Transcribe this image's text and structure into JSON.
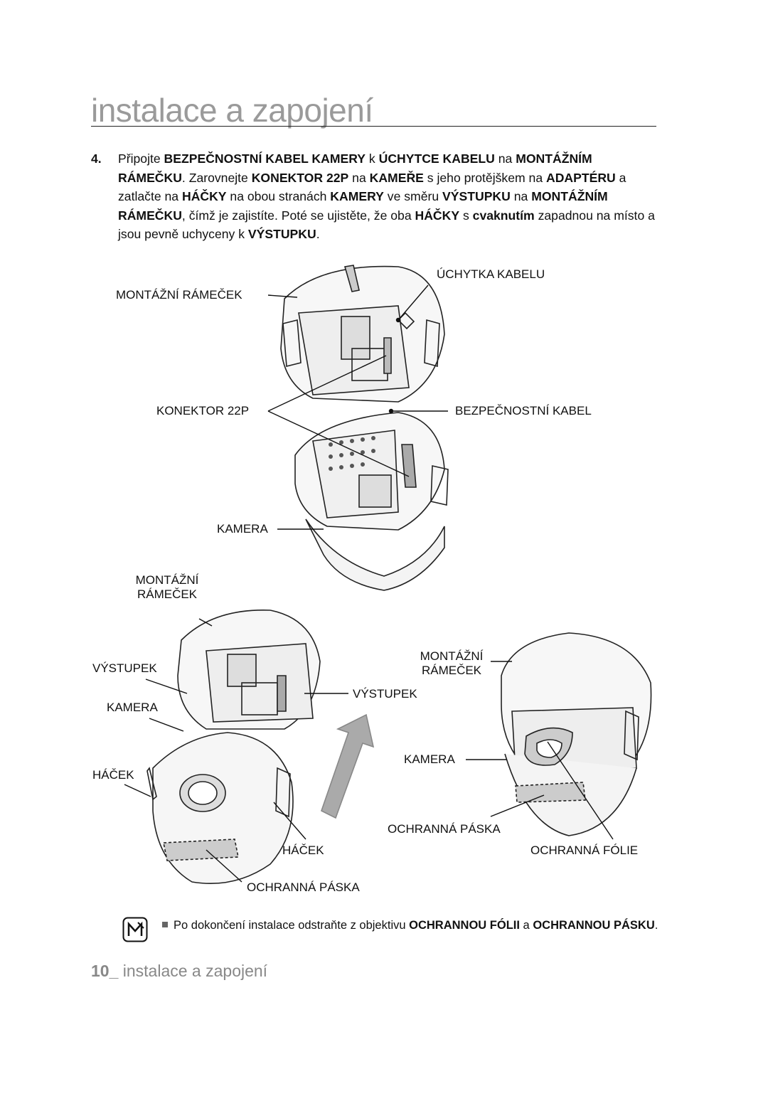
{
  "header": {
    "title": "instalace a zapojení"
  },
  "step": {
    "number": "4.",
    "segments": [
      {
        "t": "Připojte ",
        "b": false
      },
      {
        "t": "BEZPEČNOSTNÍ KABEL KAMERY",
        "b": true
      },
      {
        "t": " k ",
        "b": false
      },
      {
        "t": "ÚCHYTCE KABELU",
        "b": true
      },
      {
        "t": " na ",
        "b": false
      },
      {
        "t": "MONTÁŽNÍM RÁMEČKU",
        "b": true
      },
      {
        "t": ". Zarovnejte ",
        "b": false
      },
      {
        "t": "KONEKTOR 22P",
        "b": true
      },
      {
        "t": " na ",
        "b": false
      },
      {
        "t": "KAMEŘE",
        "b": true
      },
      {
        "t": " s jeho protějškem na ",
        "b": false
      },
      {
        "t": "ADAPTÉRU",
        "b": true
      },
      {
        "t": " a zatlačte na ",
        "b": false
      },
      {
        "t": "HÁČKY",
        "b": true
      },
      {
        "t": " na obou stranách ",
        "b": false
      },
      {
        "t": "KAMERY",
        "b": true
      },
      {
        "t": " ve směru ",
        "b": false
      },
      {
        "t": "VÝSTUPKU",
        "b": true
      },
      {
        "t": " na ",
        "b": false
      },
      {
        "t": "MONTÁŽNÍM RÁMEČKU",
        "b": true
      },
      {
        "t": ", čímž je zajistíte. Poté se ujistěte, že oba ",
        "b": false
      },
      {
        "t": "HÁČKY",
        "b": true
      },
      {
        "t": " s ",
        "b": false
      },
      {
        "t": "cvaknutím",
        "b": true
      },
      {
        "t": " zapadnou na místo a jsou pevně uchyceny k ",
        "b": false
      },
      {
        "t": "VÝSTUPKU",
        "b": true
      },
      {
        "t": ".",
        "b": false
      }
    ]
  },
  "figure_labels": {
    "uchytka_kabelu": "ÚCHYTKA KABELU",
    "montazni_ramecek_1": "MONTÁŽNÍ RÁMEČEK",
    "konektor_22p": "KONEKTOR 22P",
    "bezpecnostni_kabel": "BEZPEČNOSTNÍ KABEL",
    "kamera_1": "KAMERA",
    "montazni_2_line1": "MONTÁŽNÍ",
    "montazni_2_line2": "RÁMEČEK",
    "vystupek_left": "VÝSTUPEK",
    "kamera_2": "KAMERA",
    "hacek_left": "HÁČEK",
    "montazni_3_line1": "MONTÁŽNÍ",
    "montazni_3_line2": "RÁMEČEK",
    "vystupek_right": "VÝSTUPEK",
    "kamera_3": "KAMERA",
    "ochranna_paska_right": "OCHRANNÁ PÁSKA",
    "hacek_mid": "HÁČEK",
    "ochranna_folie": "OCHRANNÁ FÓLIE",
    "ochranna_paska_bottom": "OCHRANNÁ PÁSKA"
  },
  "note": {
    "segments": [
      {
        "t": "Po dokončení instalace odstraňte z objektivu ",
        "b": false
      },
      {
        "t": "OCHRANNOU FÓLII",
        "b": true
      },
      {
        "t": " a ",
        "b": false
      },
      {
        "t": "OCHRANNOU PÁSKU",
        "b": true
      },
      {
        "t": ".",
        "b": false
      }
    ]
  },
  "footer": {
    "page_number": "10_",
    "section": " instalace a zapojení"
  }
}
